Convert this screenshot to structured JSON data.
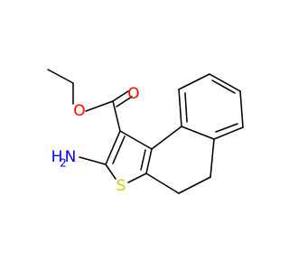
{
  "molecule": {
    "atoms": {
      "ester_oxygen": {
        "label": "O",
        "color": "#ff0000"
      },
      "carbonyl_oxygen": {
        "label": "O",
        "color": "#ff0000"
      },
      "sulfur": {
        "label": "S",
        "color": "#cccc00"
      },
      "amine_nitrogen": {
        "label": "N",
        "color": "#0000ff"
      },
      "amine_h": {
        "label": "H",
        "color": "#0000ff"
      },
      "amine_h_count": {
        "label": "2",
        "color": "#0000ff"
      }
    }
  },
  "colors": {
    "bond": "#000000",
    "background": "#ffffff"
  }
}
